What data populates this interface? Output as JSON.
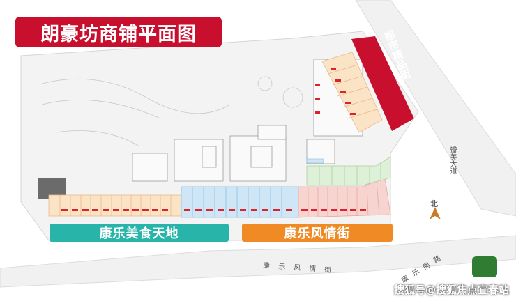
{
  "title": "朗豪坊商铺平面图",
  "labels": {
    "food_zone": "康乐美食天地",
    "style_street": "康乐风情街",
    "boutique_street": "都市精品街",
    "north": "北",
    "road_right": "瓣美大道",
    "road_bottom": "康乐风情街",
    "road_bottom_right": "康乐南路",
    "watermark": "搜狐号@搜狐焦点宜春站"
  },
  "colors": {
    "title_bg": "#c8102e",
    "teal": "#28b4a8",
    "orange": "#ef8a24",
    "shop_orange": "#fbe3c6",
    "shop_blue": "#cfe6f7",
    "shop_pink": "#f8d4d0",
    "shop_green": "#dff0d8",
    "unit_tag": "#d9232d"
  }
}
